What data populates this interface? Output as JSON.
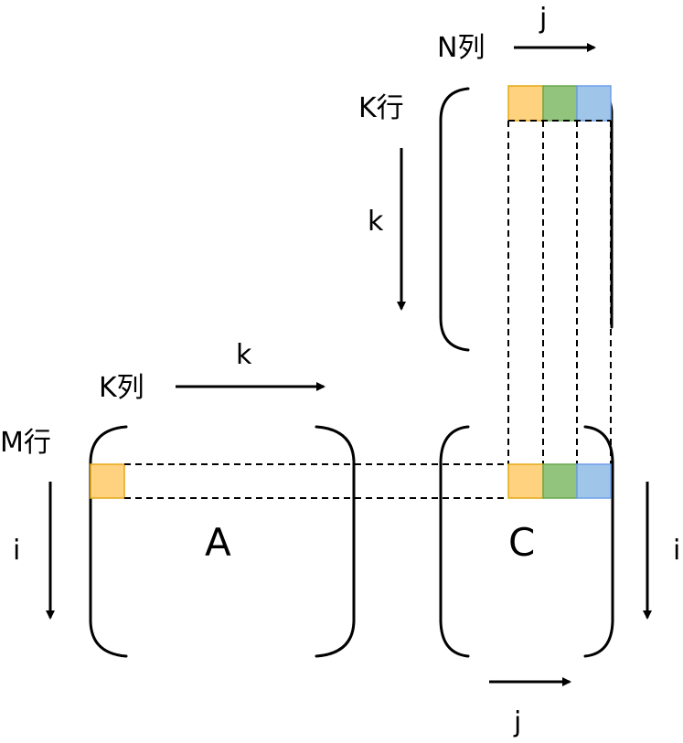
{
  "labels": {
    "b_cols": "N列",
    "b_cols_index": "j",
    "b_rows": "K行",
    "b_rows_index": "k",
    "a_cols": "K列",
    "a_cols_index": "k",
    "a_rows": "M行",
    "a_rows_index": "i",
    "c_rows_index": "i",
    "c_cols_index": "j",
    "matrix_a": "A",
    "matrix_c": "C"
  },
  "colors": {
    "orange_fill": "#ffd27f",
    "orange_stroke": "#e6a817",
    "green_fill": "#93c47d",
    "green_stroke": "#6aa84f",
    "blue_fill": "#9fc5e8",
    "blue_stroke": "#6d9eeb"
  }
}
